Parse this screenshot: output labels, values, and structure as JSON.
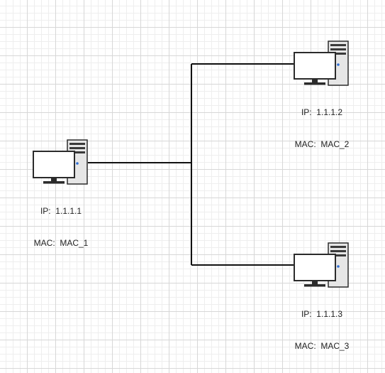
{
  "diagram": {
    "nodes": [
      {
        "id": "pc1",
        "ip": "IP:  1.1.1.1",
        "mac": "MAC:  MAC_1"
      },
      {
        "id": "pc2",
        "ip": "IP:  1.1.1.2",
        "mac": "MAC:  MAC_2"
      },
      {
        "id": "pc3",
        "ip": "IP:  1.1.1.3",
        "mac": "MAC:  MAC_3"
      }
    ],
    "edges": [
      {
        "from": "pc1",
        "to": "pc2"
      },
      {
        "from": "pc1",
        "to": "pc3"
      }
    ],
    "colors": {
      "line": "#111111",
      "tower": "#e6e6e6",
      "monitor_frame": "#2b2b2b",
      "screen": "#ffffff",
      "power_led": "#2f6fd6"
    }
  }
}
